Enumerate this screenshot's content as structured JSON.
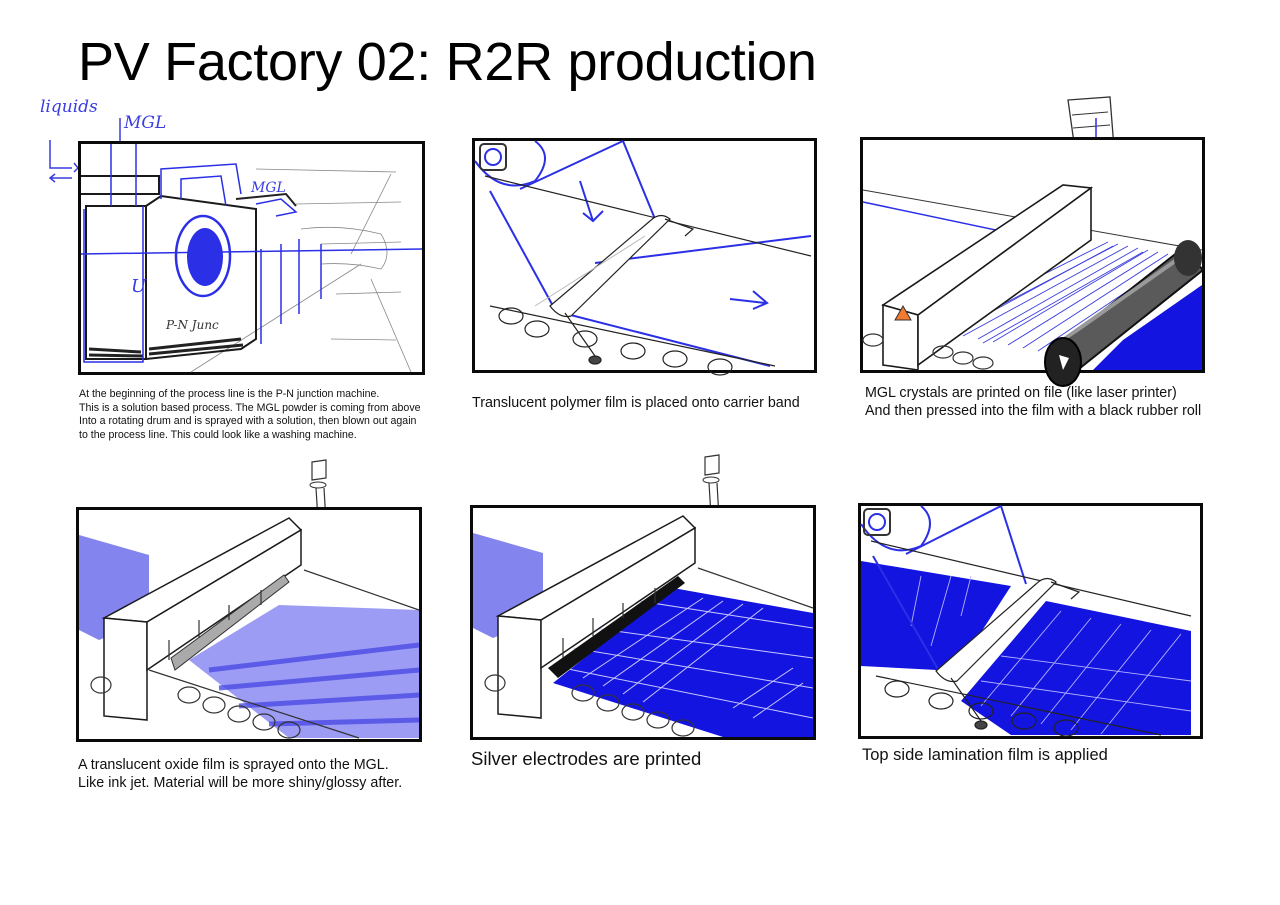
{
  "title": "PV Factory 02: R2R production",
  "colors": {
    "ink": "#111111",
    "sketch_blue": "#2b2fe6",
    "fill_blue": "#1414e0",
    "light_blue": "#8c8cf0",
    "warning_orange": "#f07a30",
    "roller_gray": "#555555"
  },
  "panels": [
    {
      "step": 1,
      "scene": "pn-junction-machine",
      "annotations": {
        "liquids": "liquids",
        "mgl_top": "MGL",
        "mgl_side": "MGL",
        "door_mark": "U",
        "machine_label": "P-N Junc"
      },
      "caption_lines": [
        "At the beginning of the process line is the P-N junction machine.",
        "This is a solution based process. The MGL powder is coming from above",
        "Into a rotating drum and is sprayed with a solution, then blown out again",
        "to the process line. This could look like a washing machine."
      ]
    },
    {
      "step": 2,
      "scene": "polymer-film-on-carrier-band",
      "caption_lines": [
        "Translucent polymer film is placed onto carrier band"
      ]
    },
    {
      "step": 3,
      "scene": "mgl-printing-and-rubber-roll",
      "caption_lines": [
        "MGL crystals are printed on file (like laser printer)",
        "And then pressed into the film with a black rubber roll"
      ]
    },
    {
      "step": 4,
      "scene": "oxide-film-spray",
      "caption_lines": [
        "A translucent oxide film is sprayed onto the MGL.",
        "Like ink jet. Material will be more shiny/glossy after."
      ]
    },
    {
      "step": 5,
      "scene": "silver-electrode-printing",
      "caption_lines": [
        "Silver electrodes are printed"
      ]
    },
    {
      "step": 6,
      "scene": "top-lamination",
      "caption_lines": [
        "Top side lamination film is applied"
      ]
    }
  ]
}
